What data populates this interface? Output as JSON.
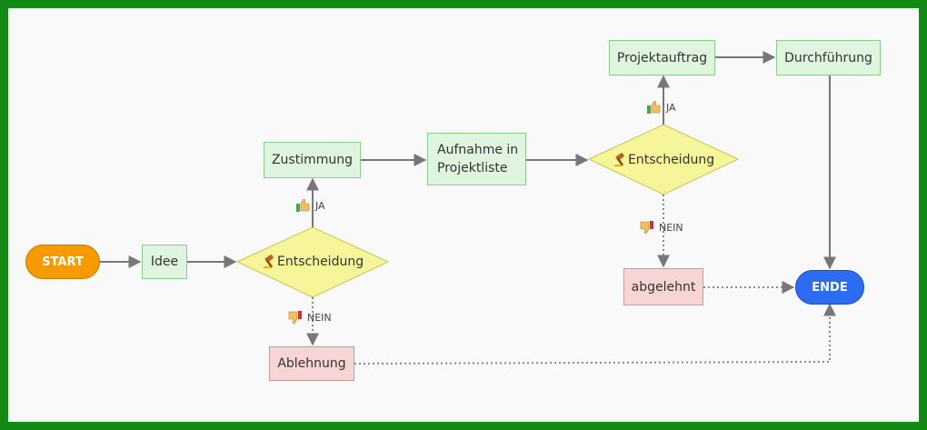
{
  "nodes": {
    "start": "START",
    "idee": "Idee",
    "entscheidung1": "Entscheidung",
    "zustimmung": "Zustimmung",
    "aufnahme_line1": "Aufnahme in",
    "aufnahme_line2": "Projektliste",
    "entscheidung2": "Entscheidung",
    "projektauftrag": "Projektauftrag",
    "durchfuehrung": "Durchführung",
    "ablehnung": "Ablehnung",
    "abgelehnt": "abgelehnt",
    "ende": "ENDE"
  },
  "edge_labels": {
    "ja1": "JA",
    "nein1": "NEIN",
    "ja2": "JA",
    "nein2": "NEIN"
  },
  "icons": {
    "decision": "gavel-icon",
    "yes": "thumbs-up-icon",
    "no": "thumbs-down-icon"
  },
  "colors": {
    "process_fill": "#dff5df",
    "decision_fill": "#f7f59a",
    "reject_fill": "#f8d5d5",
    "start_fill": "#f59b00",
    "end_fill": "#2b6cf0",
    "frame": "#138a13"
  }
}
